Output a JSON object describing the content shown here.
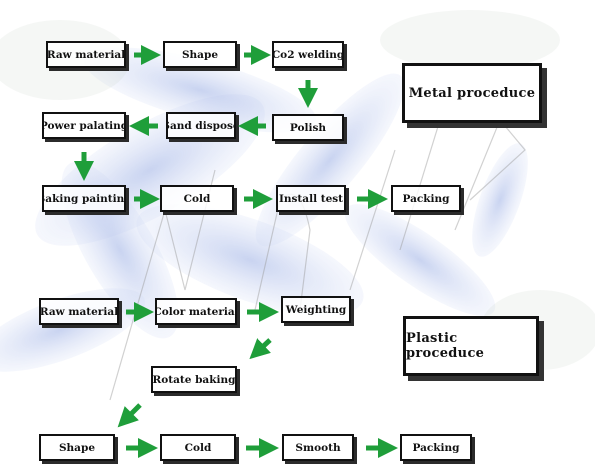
{
  "metal": {
    "title": "Metal  proceduce",
    "steps": {
      "raw_material": "Raw material",
      "shape": "Shape",
      "co2_welding": "Co2 welding",
      "polish": "Polish",
      "sand_dispose": "Sand dispose",
      "power_palating": "Power palating",
      "baking_painting": "Baking painting",
      "cold": "Cold",
      "install_test": "Install test",
      "packing": "Packing"
    }
  },
  "plastic": {
    "title": "Plastic proceduce",
    "steps": {
      "raw_material": "Raw material",
      "color_material": "Color material",
      "weighting": "Weighting",
      "rotate_baking": "Rotate baking",
      "shape": "Shape",
      "cold": "Cold",
      "smooth": "Smooth",
      "packing": "Packing"
    }
  },
  "colors": {
    "arrow": "#1f9e3a",
    "border": "#111111",
    "flower": "#5b7fd6"
  }
}
